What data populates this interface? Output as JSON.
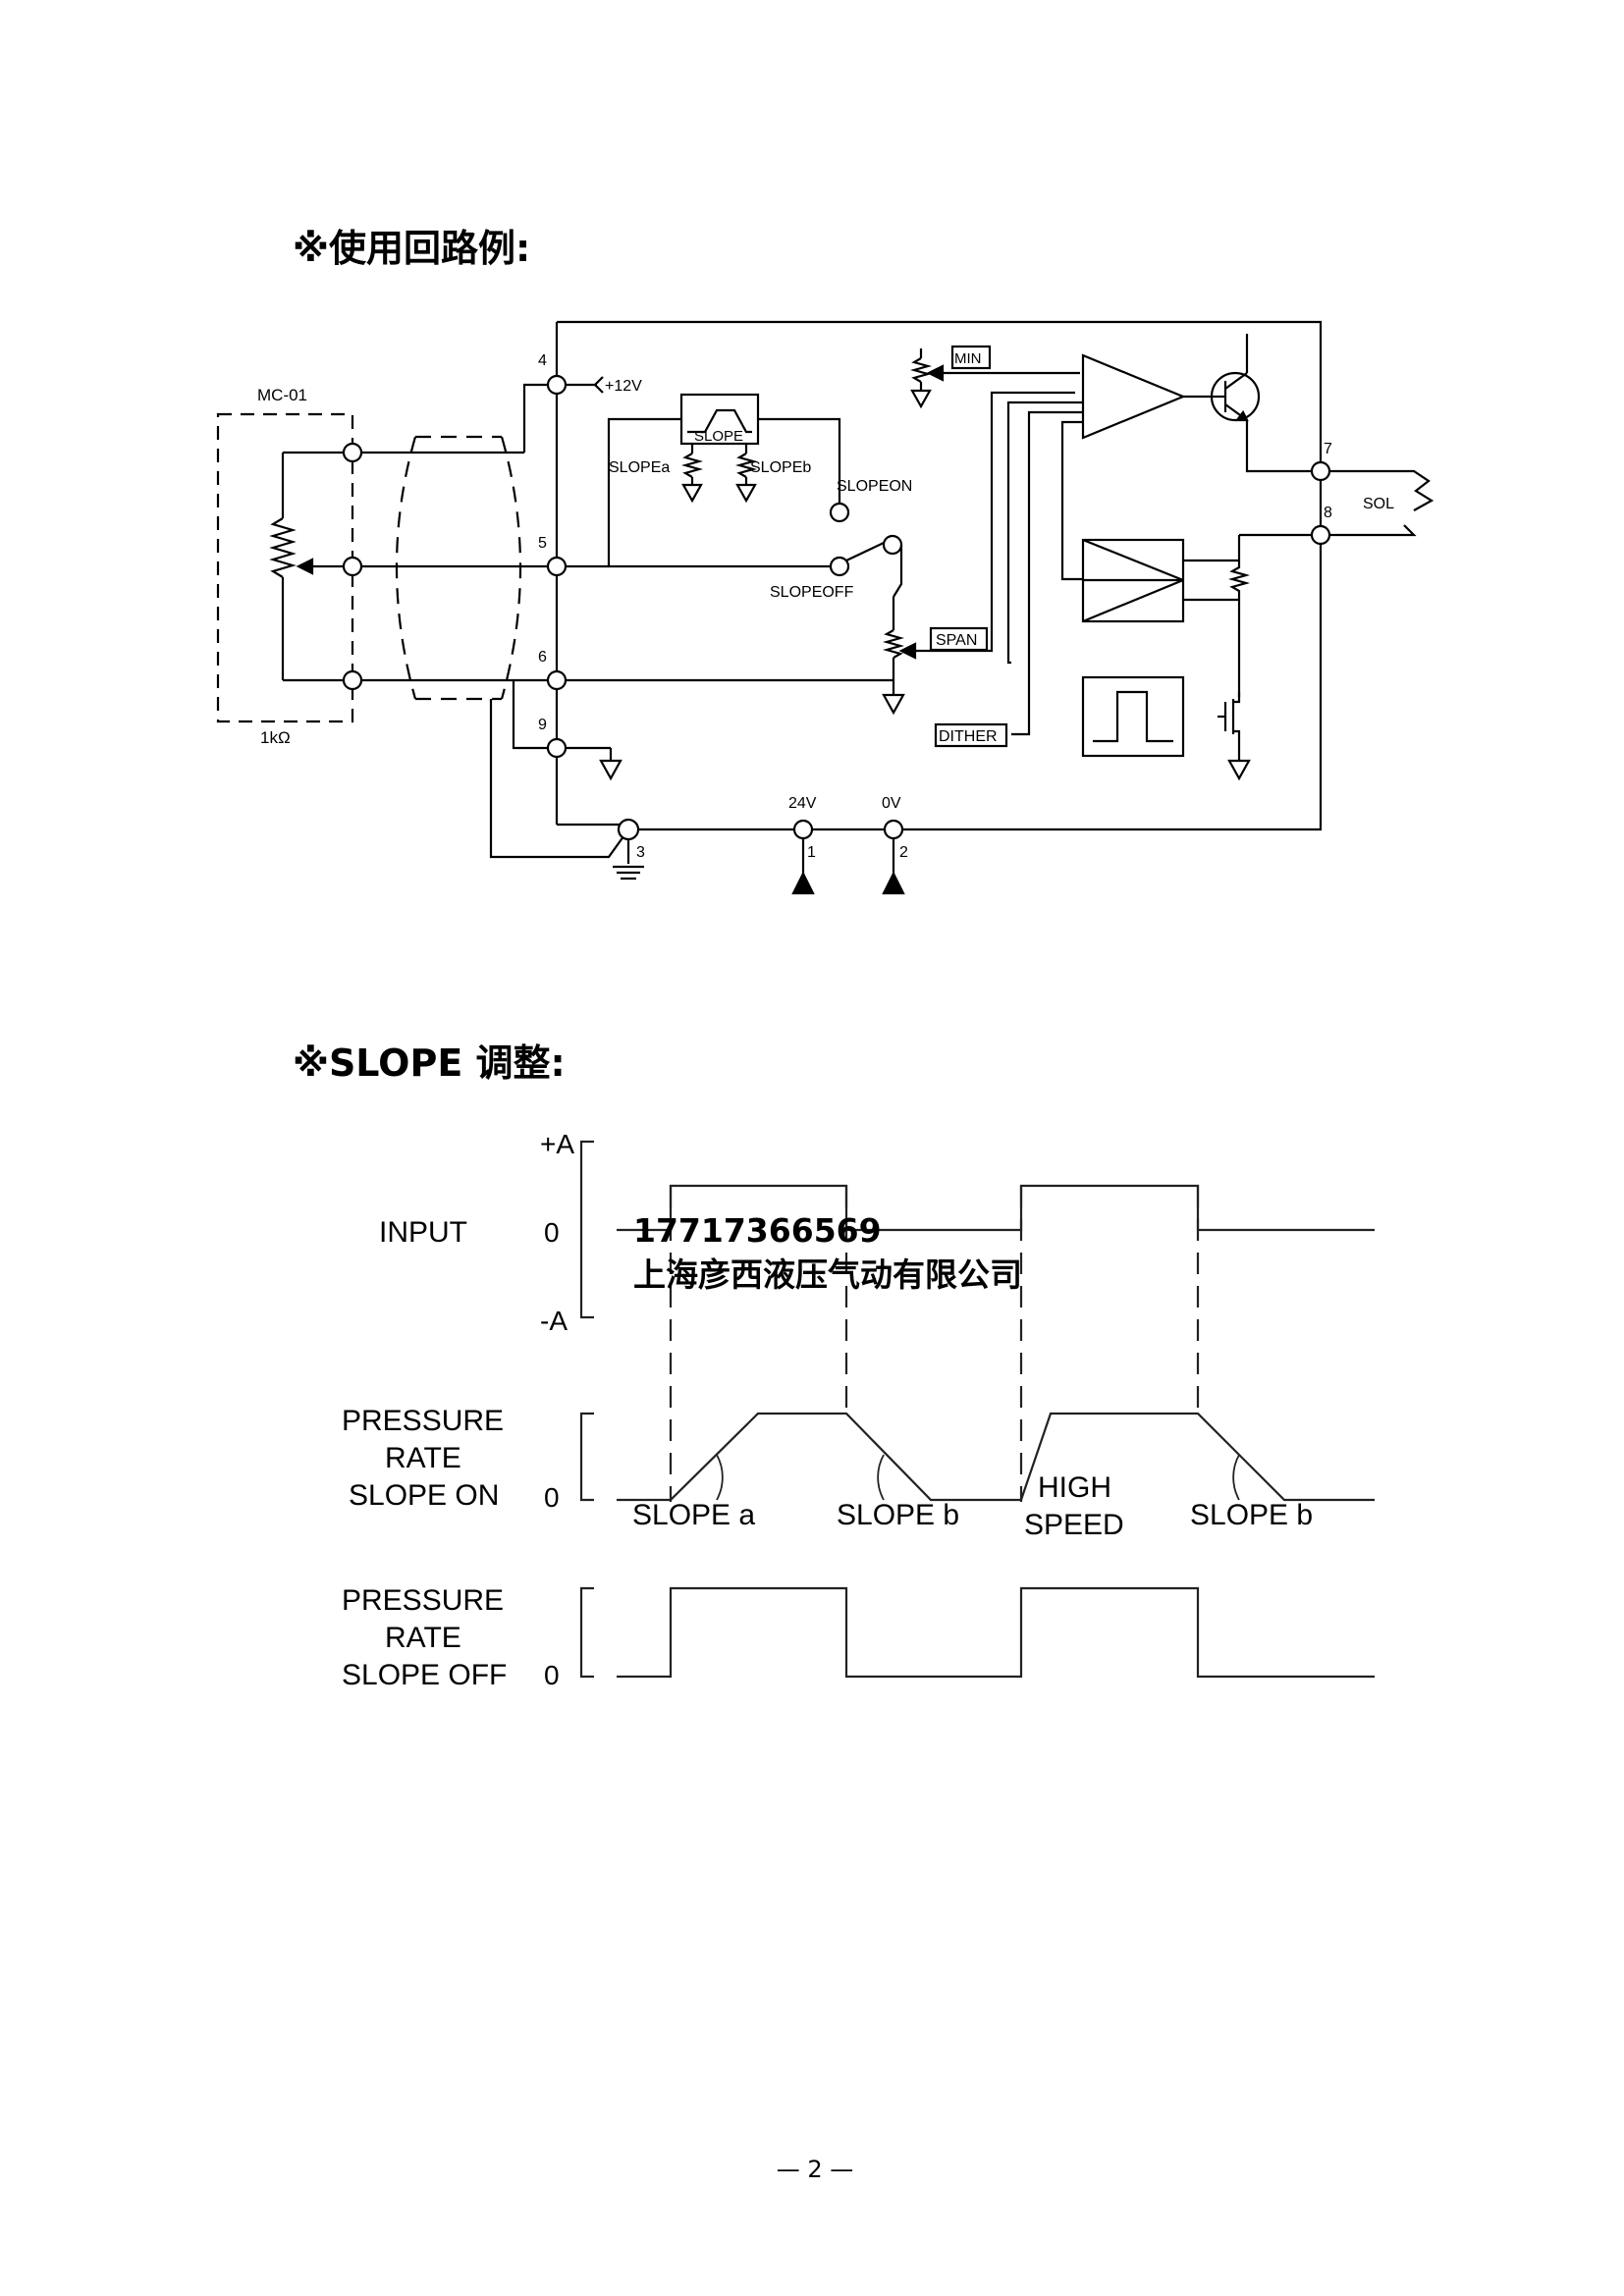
{
  "section1": {
    "heading": "※使用回路例:"
  },
  "circuit": {
    "mc01": "MC-01",
    "res_1k": "1kΩ",
    "t4": "4",
    "t5": "5",
    "t6": "6",
    "t9": "9",
    "t3": "3",
    "t7": "7",
    "t8": "8",
    "t1": "1",
    "t2": "2",
    "v12": "+12V",
    "slope": "SLOPE",
    "slope_a": "SLOPEa",
    "slope_b": "SLOPEb",
    "slope_on": "SLOPEON",
    "slope_off": "SLOPEOFF",
    "min": "MIN",
    "span": "SPAN",
    "dither": "DITHER",
    "sol": "SOL",
    "v24": "24V",
    "v0": "0V"
  },
  "section2": {
    "heading": "※SLOPE 调整:"
  },
  "timing": {
    "plus_a": "+A",
    "minus_a": "-A",
    "zero": "0",
    "input": "INPUT",
    "pressure": "PRESSURE",
    "rate": "RATE",
    "slope_on_label": "SLOPE ON",
    "slope_off_label": "SLOPE OFF",
    "slope_a": "SLOPE a",
    "slope_b": "SLOPE b",
    "high": "HIGH",
    "speed": "SPEED"
  },
  "watermark": {
    "phone": "17717366569",
    "company": "上海彦西液压气动有限公司"
  },
  "footer": {
    "page": "— 2 —"
  }
}
